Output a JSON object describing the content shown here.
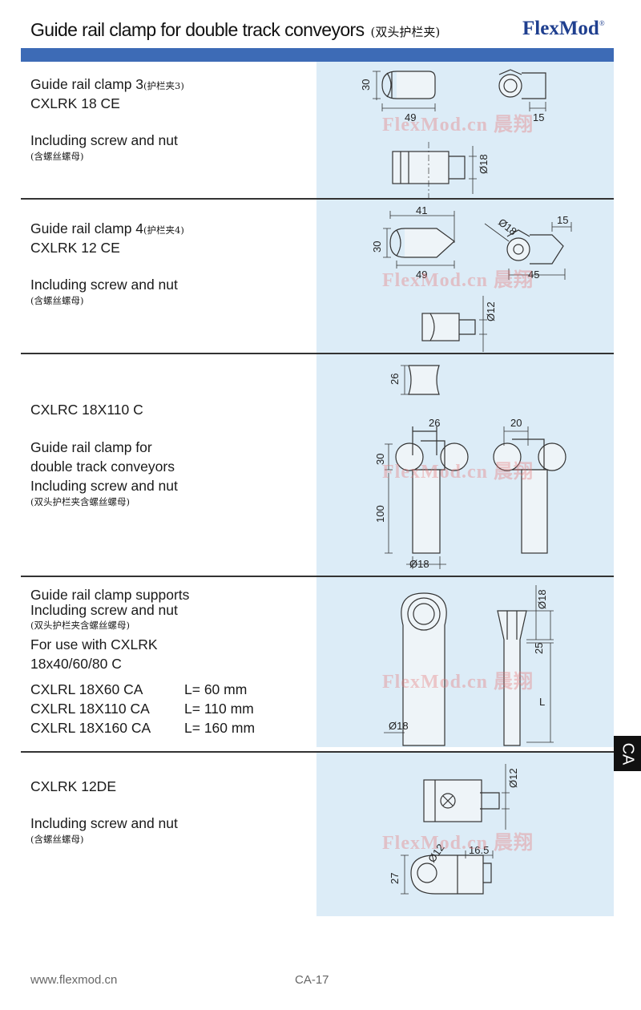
{
  "header": {
    "title": "Guide rail clamp for double track conveyors",
    "title_cn": "(双头护栏夹)",
    "brand": "FlexMod",
    "brand_mark": "®"
  },
  "watermark": "FlexMod.cn 晨翔",
  "section_tab": "CA",
  "colors": {
    "accent_bar": "#3d6bb6",
    "panel_bg": "#dcecf7",
    "brand": "#1f3f8f",
    "watermark": "#e87878"
  },
  "rows": [
    {
      "name": "Guide rail clamp 3",
      "name_cn": "(护栏夹3)",
      "code": "CXLRK 18 CE",
      "desc": "Including screw and nut",
      "desc_cn": "(含螺丝螺母)",
      "dims": [
        "30",
        "49",
        "15",
        "Ø18"
      ]
    },
    {
      "name": "Guide rail clamp 4",
      "name_cn": "(护栏夹4)",
      "code": "CXLRK 12 CE",
      "desc": "Including screw and nut",
      "desc_cn": "(含螺丝螺母)",
      "dims": [
        "41",
        "30",
        "49",
        "Ø18",
        "15",
        "45",
        "Ø12"
      ]
    },
    {
      "code": "CXLRC 18X110 C",
      "desc_lines": [
        "Guide rail clamp for",
        "double track conveyors",
        "Including screw and nut"
      ],
      "desc_cn": "(双头护栏夹含螺丝螺母)",
      "dims": [
        "26",
        "26",
        "20",
        "30",
        "100",
        "Ø18"
      ]
    },
    {
      "title": "Guide rail clamp supports",
      "desc": "Including screw and nut",
      "desc_cn": "(双头护栏夹含螺丝螺母)",
      "use_lines": [
        "For use with CXLRK",
        "18x40/60/80 C"
      ],
      "variants": [
        {
          "code": "CXLRL 18X60 CA",
          "length": "L= 60 mm"
        },
        {
          "code": "CXLRL 18X110 CA",
          "length": "L= 110 mm"
        },
        {
          "code": "CXLRL 18X160 CA",
          "length": "L= 160 mm"
        }
      ],
      "dims": [
        "Ø18",
        "25",
        "L",
        "Ø18"
      ]
    },
    {
      "code": "CXLRK 12DE",
      "desc": "Including screw and nut",
      "desc_cn": "(含螺丝螺母)",
      "dims": [
        "Ø12",
        "Ø12",
        "16.5",
        "27"
      ]
    }
  ],
  "footer": {
    "url": "www.flexmod.cn",
    "page": "CA-17"
  }
}
